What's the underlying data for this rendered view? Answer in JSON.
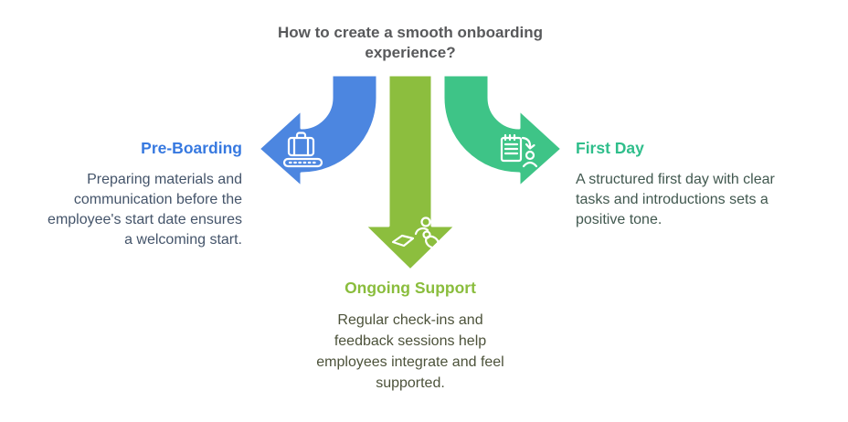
{
  "title": "How to create a smooth onboarding experience?",
  "title_color": "#58595B",
  "branches": [
    {
      "id": "pre-boarding",
      "label": "Pre-Boarding",
      "description": "Preparing materials and communication before the employee's start date ensures a welcoming start.",
      "arrow_color": "#4C86E0",
      "label_color": "#3779E0",
      "text_color": "#44546A",
      "icon": "luggage-conveyor-icon",
      "direction": "left"
    },
    {
      "id": "ongoing-support",
      "label": "Ongoing Support",
      "description": "Regular check-ins and feedback sessions help employees integrate and feel supported.",
      "arrow_color": "#8CBE3E",
      "label_color": "#8ABD3D",
      "text_color": "#4C523A",
      "icon": "laptop-collaboration-icon",
      "direction": "down"
    },
    {
      "id": "first-day",
      "label": "First Day",
      "description": "A structured first day with clear tasks and introductions sets a positive tone.",
      "arrow_color": "#3EC487",
      "label_color": "#2FBE8B",
      "text_color": "#41584F",
      "icon": "checklist-handoff-icon",
      "direction": "right"
    }
  ]
}
